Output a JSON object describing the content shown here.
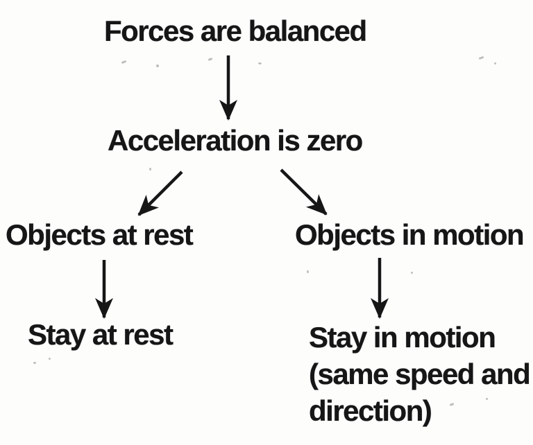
{
  "colors": {
    "ink": "#161616",
    "paper": "#fdfdfc"
  },
  "nodes": {
    "forces": "Forces are balanced",
    "acceleration": "Acceleration is zero",
    "objects_rest": "Objects at rest",
    "objects_motion": "Objects in motion",
    "stay_rest": "Stay at rest",
    "stay_motion_l1": "Stay in motion",
    "stay_motion_l2": "(same speed and",
    "stay_motion_l3": "direction)"
  },
  "edges": [
    {
      "from": "forces",
      "to": "acceleration"
    },
    {
      "from": "acceleration",
      "to": "objects_rest"
    },
    {
      "from": "acceleration",
      "to": "objects_motion"
    },
    {
      "from": "objects_rest",
      "to": "stay_rest"
    },
    {
      "from": "objects_motion",
      "to": "stay_motion"
    }
  ]
}
